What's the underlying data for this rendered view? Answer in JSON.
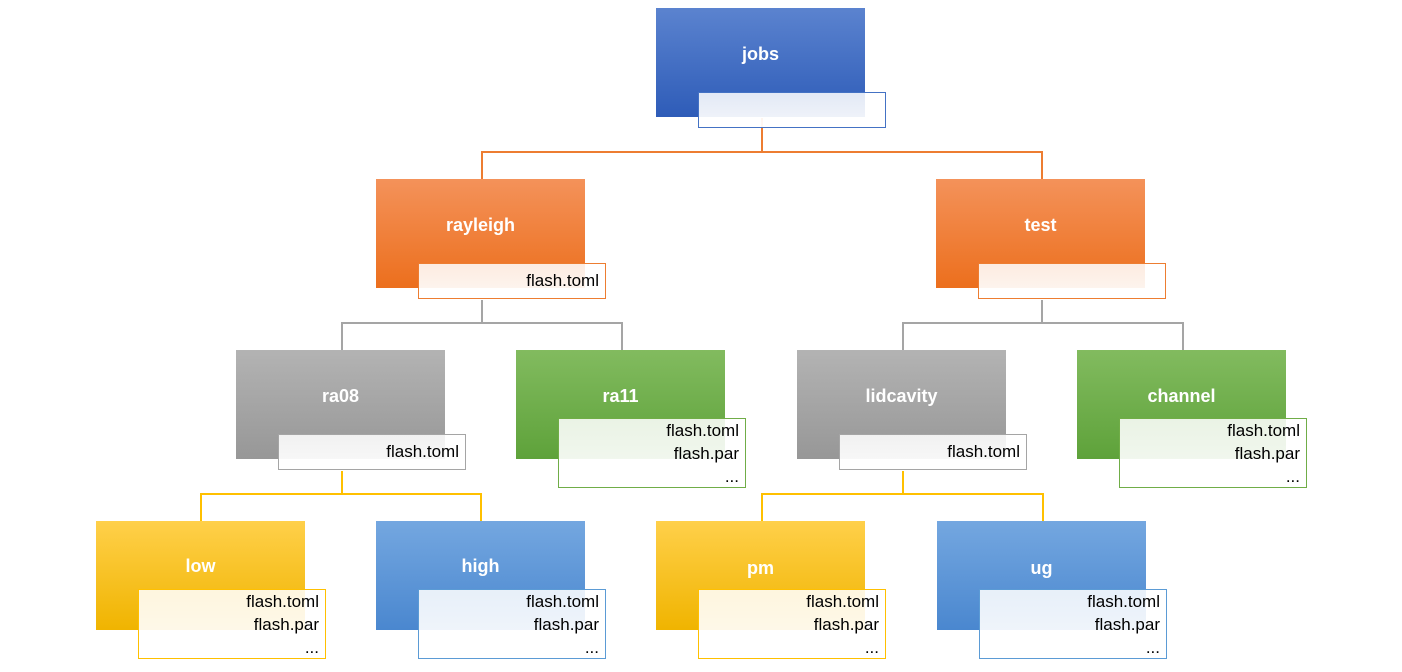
{
  "diagram": {
    "colors": {
      "blue": "#4472c4",
      "orange": "#ed7d31",
      "gray": "#a5a5a5",
      "green": "#70ad47",
      "yellow": "#ffc000",
      "light_blue": "#5b9bd5"
    },
    "nodes": {
      "jobs": {
        "label": "jobs",
        "files": []
      },
      "rayleigh": {
        "label": "rayleigh",
        "files": [
          "flash.toml"
        ]
      },
      "test": {
        "label": "test",
        "files": []
      },
      "ra08": {
        "label": "ra08",
        "files": [
          "flash.toml"
        ]
      },
      "ra11": {
        "label": "ra11",
        "files": [
          "flash.toml",
          "flash.par",
          "..."
        ]
      },
      "lidcavity": {
        "label": "lidcavity",
        "files": [
          "flash.toml"
        ]
      },
      "channel": {
        "label": "channel",
        "files": [
          "flash.toml",
          "flash.par",
          "..."
        ]
      },
      "low": {
        "label": "low",
        "files": [
          "flash.toml",
          "flash.par",
          "..."
        ]
      },
      "high": {
        "label": "high",
        "files": [
          "flash.toml",
          "flash.par",
          "..."
        ]
      },
      "pm": {
        "label": "pm",
        "files": [
          "flash.toml",
          "flash.par",
          "..."
        ]
      },
      "ug": {
        "label": "ug",
        "files": [
          "flash.toml",
          "flash.par",
          "..."
        ]
      }
    }
  }
}
